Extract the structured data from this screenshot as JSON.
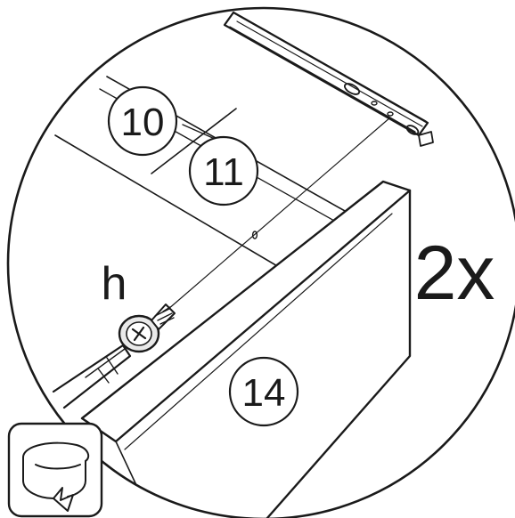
{
  "parts": {
    "rail_callout": "10",
    "rail_groove_callout": "11",
    "panel_callout": "14"
  },
  "hardware": {
    "letter": "h"
  },
  "quantity": "2x",
  "icons": {
    "screw": "screw-icon",
    "screwdriver": "screwdriver-icon",
    "rotate": "rotate-clockwise-icon"
  },
  "colors": {
    "line": "#1a1a1a",
    "background": "#ffffff",
    "screw_fill": "#e9e9e9"
  }
}
